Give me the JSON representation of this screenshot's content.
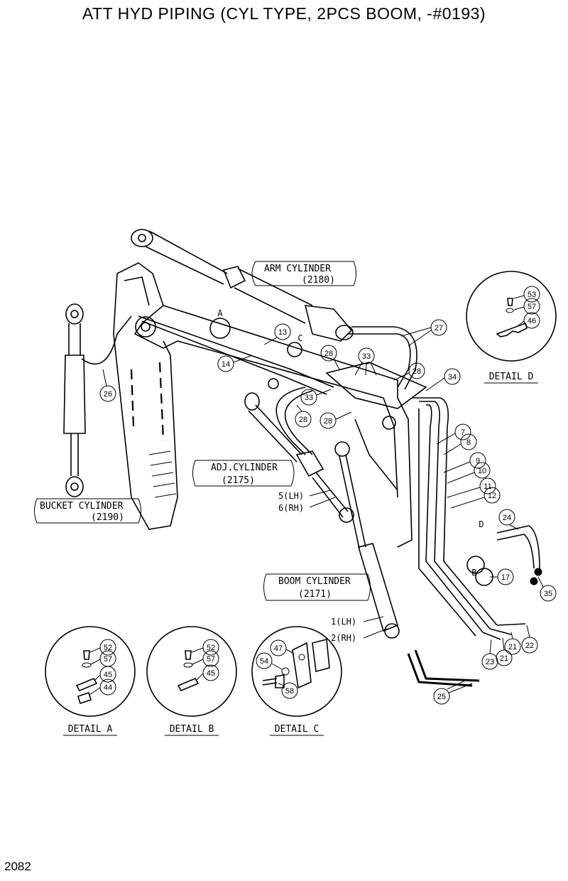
{
  "title": "ATT HYD PIPING (CYL TYPE, 2PCS BOOM, -#0193)",
  "page_number": "2082",
  "callouts": {
    "arm_cylinder": {
      "name": "ARM CYLINDER",
      "code": "(2180)"
    },
    "bucket_cylinder": {
      "name": "BUCKET CYLINDER",
      "code": "(2190)"
    },
    "adj_cylinder": {
      "name": "ADJ.CYLINDER",
      "code": "(2175)",
      "lh": "5(LH)",
      "rh": "6(RH)"
    },
    "boom_cylinder": {
      "name": "BOOM CYLINDER",
      "code": "(2171)",
      "lh": "1(LH)",
      "rh": "2(RH)"
    }
  },
  "detail_markers": [
    "A",
    "B",
    "C",
    "D"
  ],
  "part_numbers": {
    "p27": "27",
    "p13": "13",
    "p14": "14",
    "p26": "26",
    "p28a": "28",
    "p28b": "28",
    "p28c": "28",
    "p28d": "28",
    "p33a": "33",
    "p33b": "33",
    "p34": "34",
    "p7": "7",
    "p8": "8",
    "p9": "9",
    "p10": "10",
    "p11": "11",
    "p12": "12",
    "p24": "24",
    "p17": "17",
    "p35": "35",
    "p21a": "21",
    "p21b": "21",
    "p22": "22",
    "p23": "23",
    "p25": "25"
  },
  "details": [
    {
      "label": "DETAIL A",
      "parts": [
        "52",
        "57",
        "45",
        "44"
      ]
    },
    {
      "label": "DETAIL B",
      "parts": [
        "52",
        "57",
        "45"
      ]
    },
    {
      "label": "DETAIL C",
      "parts": [
        "47",
        "54",
        "58"
      ]
    },
    {
      "label": "DETAIL D",
      "parts": [
        "53",
        "57",
        "46"
      ]
    }
  ]
}
